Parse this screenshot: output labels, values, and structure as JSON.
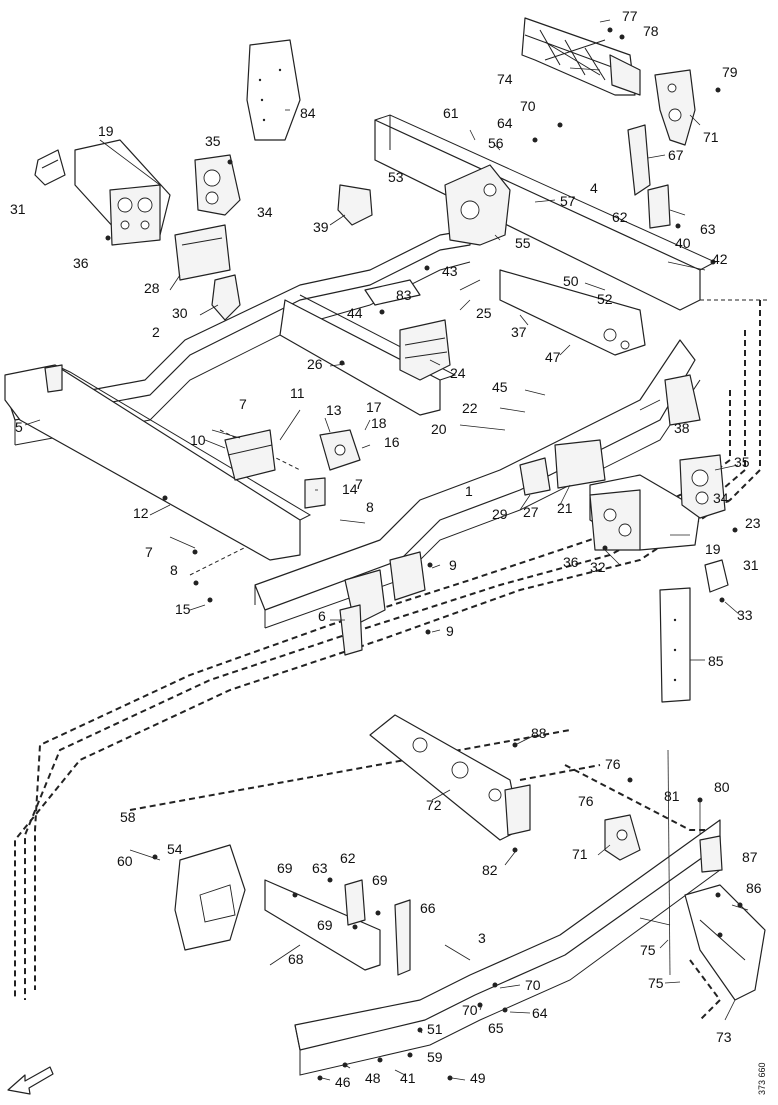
{
  "diagram": {
    "drawing_number": "373 660",
    "callouts": [
      {
        "id": "c77",
        "text": "77"
      },
      {
        "id": "c78",
        "text": "78"
      },
      {
        "id": "c79",
        "text": "79"
      },
      {
        "id": "c74",
        "text": "74"
      },
      {
        "id": "c84",
        "text": "84"
      },
      {
        "id": "c70a",
        "text": "70"
      },
      {
        "id": "c71a",
        "text": "71"
      },
      {
        "id": "c61",
        "text": "61"
      },
      {
        "id": "c64a",
        "text": "64"
      },
      {
        "id": "c56",
        "text": "56"
      },
      {
        "id": "c67",
        "text": "67"
      },
      {
        "id": "c19a",
        "text": "19"
      },
      {
        "id": "c35a",
        "text": "35"
      },
      {
        "id": "c53",
        "text": "53"
      },
      {
        "id": "c4",
        "text": "4"
      },
      {
        "id": "c57",
        "text": "57"
      },
      {
        "id": "c31a",
        "text": "31"
      },
      {
        "id": "c34a",
        "text": "34"
      },
      {
        "id": "c62a",
        "text": "62"
      },
      {
        "id": "c63a",
        "text": "63"
      },
      {
        "id": "c39",
        "text": "39"
      },
      {
        "id": "c55",
        "text": "55"
      },
      {
        "id": "c40",
        "text": "40"
      },
      {
        "id": "c36a",
        "text": "36"
      },
      {
        "id": "c42",
        "text": "42"
      },
      {
        "id": "c43",
        "text": "43"
      },
      {
        "id": "c50",
        "text": "50"
      },
      {
        "id": "c28",
        "text": "28"
      },
      {
        "id": "c83",
        "text": "83"
      },
      {
        "id": "c52",
        "text": "52"
      },
      {
        "id": "c30",
        "text": "30"
      },
      {
        "id": "c44",
        "text": "44"
      },
      {
        "id": "c25",
        "text": "25"
      },
      {
        "id": "c2",
        "text": "2"
      },
      {
        "id": "c37",
        "text": "37"
      },
      {
        "id": "c47",
        "text": "47"
      },
      {
        "id": "c26",
        "text": "26"
      },
      {
        "id": "c24",
        "text": "24"
      },
      {
        "id": "c45",
        "text": "45"
      },
      {
        "id": "c11",
        "text": "11"
      },
      {
        "id": "c5",
        "text": "5"
      },
      {
        "id": "c7a",
        "text": "7"
      },
      {
        "id": "c13",
        "text": "13"
      },
      {
        "id": "c17",
        "text": "17"
      },
      {
        "id": "c18",
        "text": "18"
      },
      {
        "id": "c22",
        "text": "22"
      },
      {
        "id": "c38",
        "text": "38"
      },
      {
        "id": "c10",
        "text": "10"
      },
      {
        "id": "c16",
        "text": "16"
      },
      {
        "id": "c20",
        "text": "20"
      },
      {
        "id": "c35b",
        "text": "35"
      },
      {
        "id": "c7b",
        "text": "7"
      },
      {
        "id": "c14",
        "text": "14"
      },
      {
        "id": "c34b",
        "text": "34"
      },
      {
        "id": "c12",
        "text": "12"
      },
      {
        "id": "c8a",
        "text": "8"
      },
      {
        "id": "c1",
        "text": "1"
      },
      {
        "id": "c29",
        "text": "29"
      },
      {
        "id": "c27",
        "text": "27"
      },
      {
        "id": "c21",
        "text": "21"
      },
      {
        "id": "c23",
        "text": "23"
      },
      {
        "id": "c19b",
        "text": "19"
      },
      {
        "id": "c7c",
        "text": "7"
      },
      {
        "id": "c36b",
        "text": "36"
      },
      {
        "id": "c32",
        "text": "32"
      },
      {
        "id": "c31b",
        "text": "31"
      },
      {
        "id": "c8b",
        "text": "8"
      },
      {
        "id": "c9a",
        "text": "9"
      },
      {
        "id": "c15",
        "text": "15"
      },
      {
        "id": "c33",
        "text": "33"
      },
      {
        "id": "c6",
        "text": "6"
      },
      {
        "id": "c9b",
        "text": "9"
      },
      {
        "id": "c85",
        "text": "85"
      },
      {
        "id": "c88",
        "text": "88"
      },
      {
        "id": "c76a",
        "text": "76"
      },
      {
        "id": "c81",
        "text": "81"
      },
      {
        "id": "c80",
        "text": "80"
      },
      {
        "id": "c76b",
        "text": "76"
      },
      {
        "id": "c72",
        "text": "72"
      },
      {
        "id": "c58",
        "text": "58"
      },
      {
        "id": "c71b",
        "text": "71"
      },
      {
        "id": "c82",
        "text": "82"
      },
      {
        "id": "c87",
        "text": "87"
      },
      {
        "id": "c60",
        "text": "60"
      },
      {
        "id": "c54",
        "text": "54"
      },
      {
        "id": "c69a",
        "text": "69"
      },
      {
        "id": "c63b",
        "text": "63"
      },
      {
        "id": "c62b",
        "text": "62"
      },
      {
        "id": "c69b",
        "text": "69"
      },
      {
        "id": "c86",
        "text": "86"
      },
      {
        "id": "c69c",
        "text": "69"
      },
      {
        "id": "c66",
        "text": "66"
      },
      {
        "id": "c75a",
        "text": "75"
      },
      {
        "id": "c68",
        "text": "68"
      },
      {
        "id": "c3",
        "text": "3"
      },
      {
        "id": "c75b",
        "text": "75"
      },
      {
        "id": "c70b",
        "text": "70"
      },
      {
        "id": "c64b",
        "text": "64"
      },
      {
        "id": "c70c",
        "text": "70"
      },
      {
        "id": "c65",
        "text": "65"
      },
      {
        "id": "c73",
        "text": "73"
      },
      {
        "id": "c51",
        "text": "51"
      },
      {
        "id": "c59",
        "text": "59"
      },
      {
        "id": "c49",
        "text": "49"
      },
      {
        "id": "c41",
        "text": "41"
      },
      {
        "id": "c48",
        "text": "48"
      },
      {
        "id": "c46",
        "text": "46"
      }
    ]
  }
}
